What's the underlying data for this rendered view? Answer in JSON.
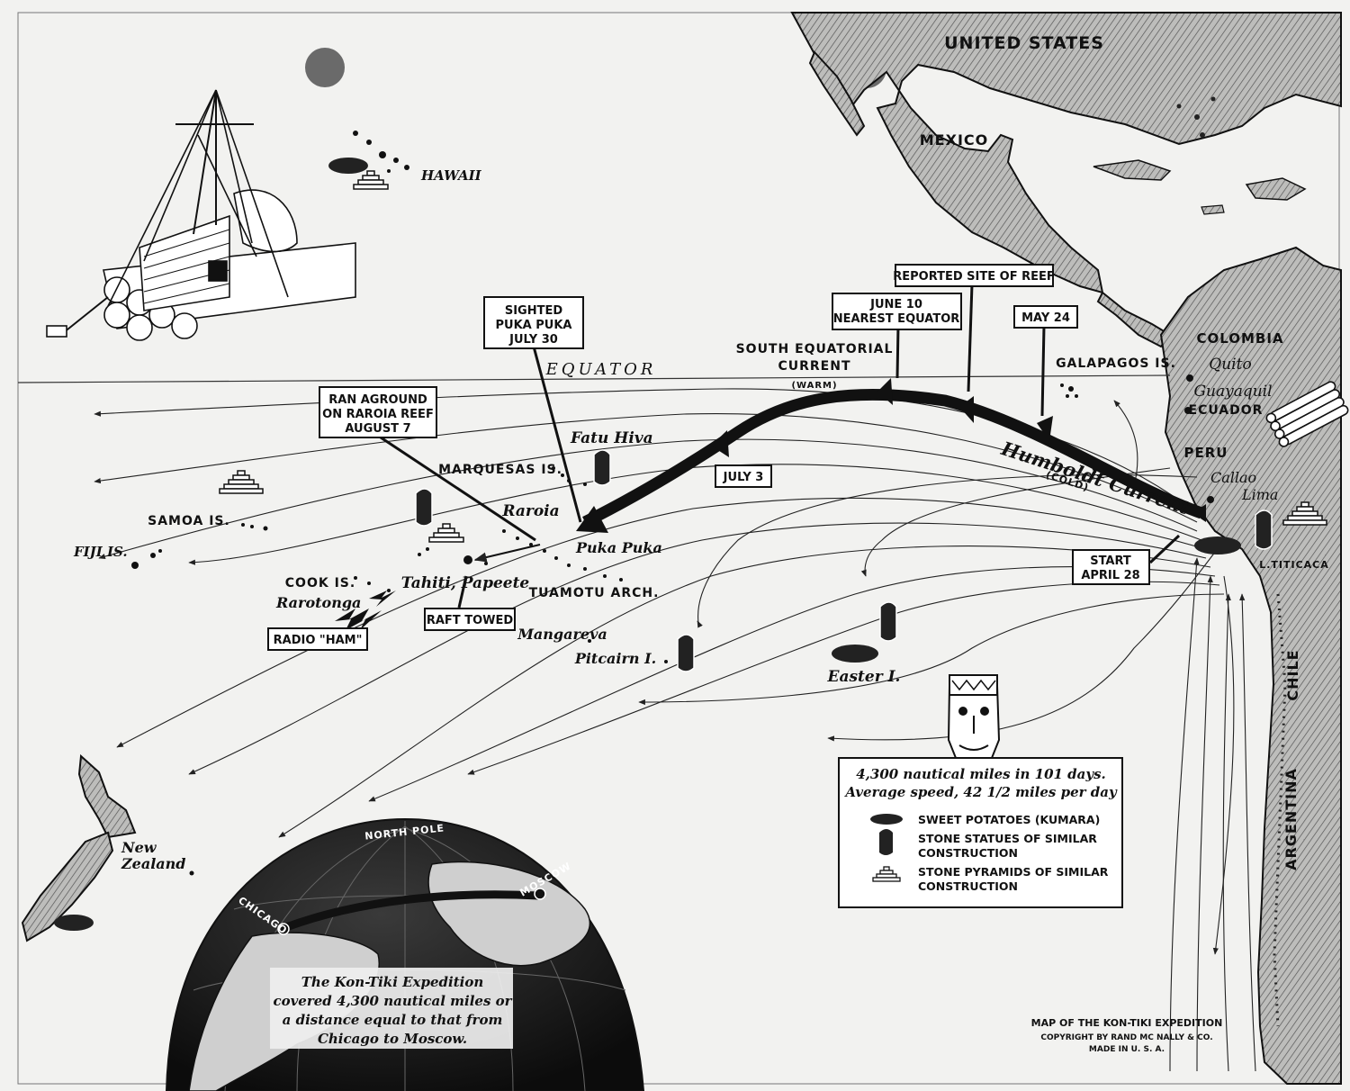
{
  "regions": {
    "united_states": "UNITED STATES",
    "mexico": "MEXICO",
    "colombia": "COLOMBIA",
    "ecuador": "ECUADOR",
    "peru": "PERU",
    "chile": "CHILE",
    "argentina": "ARGENTINA"
  },
  "places": {
    "quito": "Quito",
    "guayaquil": "Guayaquil",
    "callao": "Callao",
    "lima": "Lima",
    "titicaca": "L.TITICACA",
    "hawaii": "HAWAII",
    "galapagos": "GALAPAGOS IS.",
    "marquesas": "MARQUESAS IS.",
    "fatu_hiva": "Fatu Hiva",
    "samoa": "SAMOA IS.",
    "fiji": "FIJI IS.",
    "cook": "COOK IS.",
    "rarotonga": "Rarotonga",
    "raroia": "Raroia",
    "puka_puka": "Puka Puka",
    "tahiti": "Tahiti, Papeete",
    "tuamotu": "TUAMOTU ARCH.",
    "mangareva": "Mangareva",
    "pitcairn": "Pitcairn I.",
    "easter": "Easter I.",
    "new_zealand_1": "New",
    "new_zealand_2": "Zealand"
  },
  "lines": {
    "equator": "EQUATOR",
    "south_eq_1": "SOUTH EQUATORIAL",
    "south_eq_2": "CURRENT",
    "warm": "(WARM)",
    "humboldt": "Humboldt Current",
    "cold": "(COLD)"
  },
  "callouts": {
    "reported_reef": "REPORTED SITE OF REEF",
    "june10_1": "JUNE 10",
    "june10_2": "NEAREST EQUATOR",
    "may24": "MAY 24",
    "sighted_1": "SIGHTED",
    "sighted_2": "PUKA PUKA",
    "sighted_3": "JULY 30",
    "ran_1": "RAN AGROUND",
    "ran_2": "ON RAROIA REEF",
    "ran_3": "AUGUST 7",
    "july3": "JULY 3",
    "start_1": "START",
    "start_2": "APRIL 28",
    "raft_towed": "RAFT TOWED",
    "radio_ham": "RADIO \"HAM\""
  },
  "legend": {
    "line1": "4,300 nautical miles in 101 days.",
    "line2": "Average speed, 42 1/2 miles per day",
    "item1": "SWEET POTATOES (KUMARA)",
    "item2a": "STONE STATUES OF SIMILAR",
    "item2b": "CONSTRUCTION",
    "item3a": "STONE PYRAMIDS OF SIMILAR",
    "item3b": "CONSTRUCTION"
  },
  "globe": {
    "north_pole": "NORTH POLE",
    "chicago": "CHICAGO",
    "moscow": "MOSCOW",
    "cap1": "The Kon-Tiki Expedition",
    "cap2": "covered 4,300 nautical miles or",
    "cap3": "a distance equal to that from",
    "cap4": "Chicago to Moscow."
  },
  "credits": {
    "line1": "MAP OF THE KON-TIKI EXPEDITION",
    "line2": "COPYRIGHT BY RAND MC NALLY & CO.",
    "line3": "MADE IN U. S. A."
  }
}
